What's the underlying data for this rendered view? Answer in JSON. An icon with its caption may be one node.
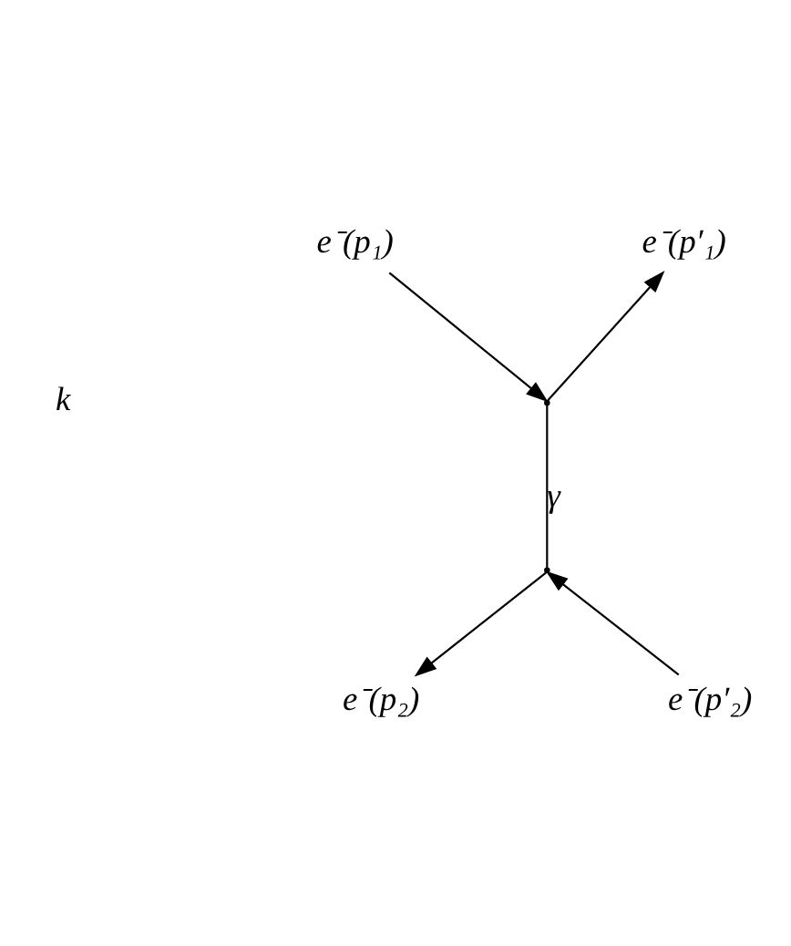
{
  "diagram": {
    "nodes": [
      {
        "text": [
          "e⁻(p₁)"
        ]
      },
      {
        "text": [
          "e⁻(p′₁)"
        ]
      },
      {
        "text": [],
        "shape": "point"
      },
      {
        "text": [],
        "shape": "point"
      },
      {
        "text": [
          "e⁻(p₂)"
        ]
      },
      {
        "text": [
          "e⁻(p′₂)"
        ]
      }
    ],
    "edges": [
      {
        "from": 0,
        "to": 2,
        "arrow": "to"
      },
      {
        "from": 2,
        "to": 1,
        "arrow": "to"
      },
      {
        "from": 2,
        "to": 3,
        "arrow": "none",
        "label": "γ"
      },
      {
        "from": 3,
        "to": 4,
        "arrow": "to"
      },
      {
        "from": 5,
        "to": 3,
        "arrow": "to"
      }
    ],
    "labels": [
      "k"
    ]
  }
}
